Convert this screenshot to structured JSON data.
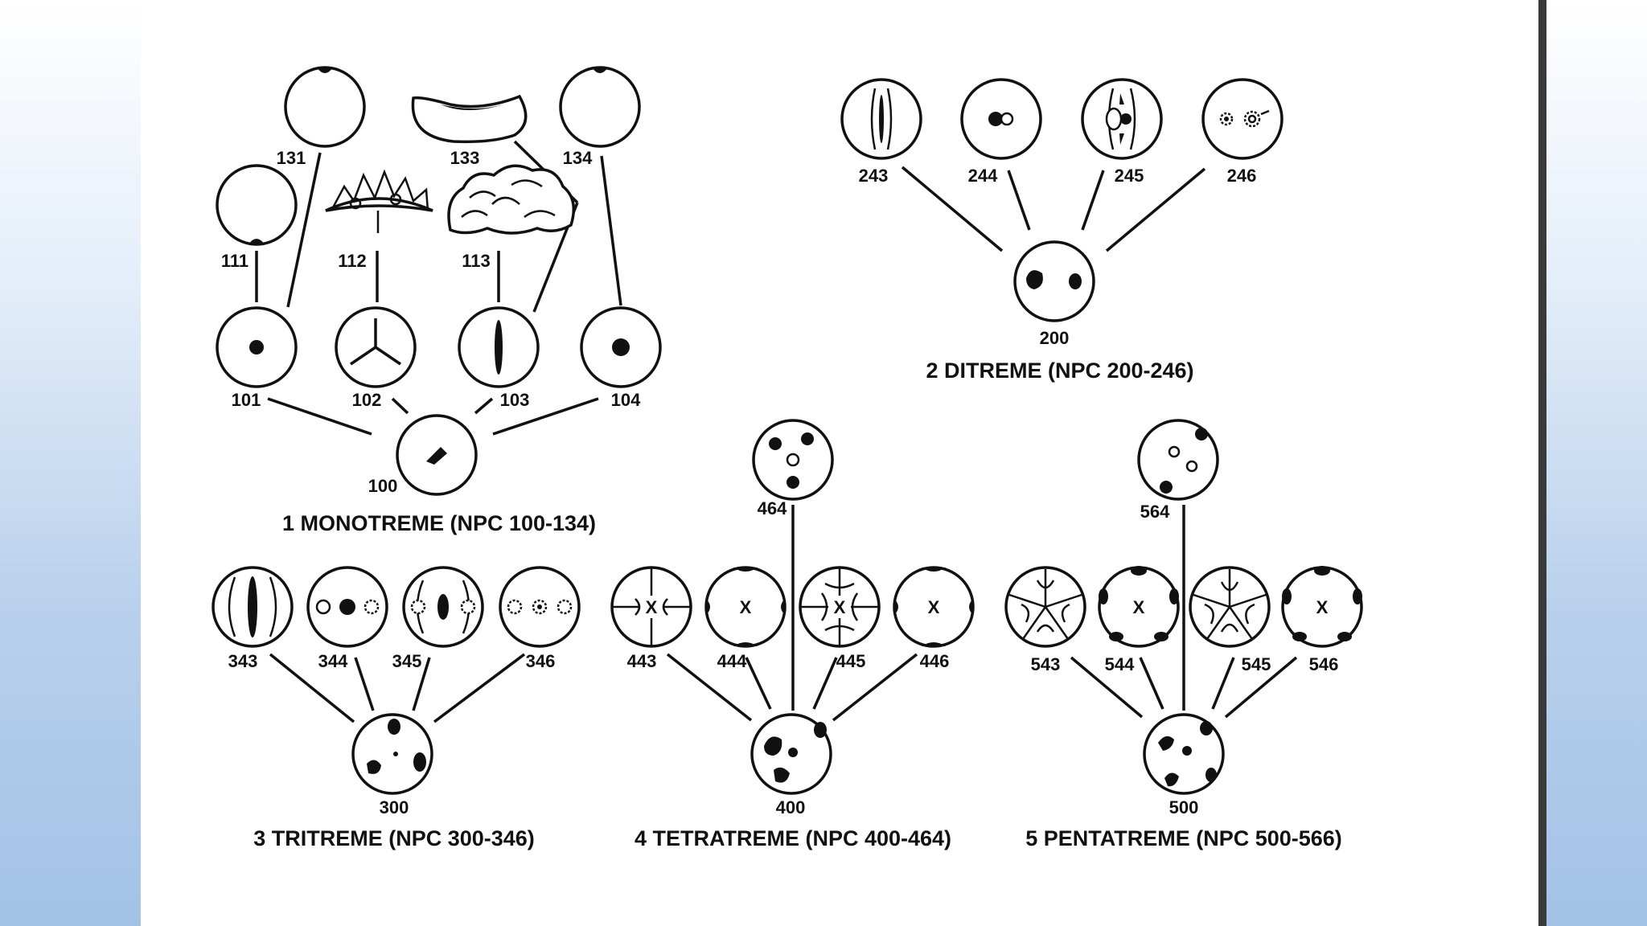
{
  "groups": {
    "monotreme": {
      "title": "1 MONOTREME (NPC 100-134)",
      "labels": {
        "n100": "100",
        "n101": "101",
        "n102": "102",
        "n103": "103",
        "n104": "104",
        "n111": "111",
        "n112": "112",
        "n113": "113",
        "n131": "131",
        "n133": "133",
        "n134": "134"
      }
    },
    "ditreme": {
      "title": "2 DITREME (NPC 200-246)",
      "labels": {
        "n200": "200",
        "n243": "243",
        "n244": "244",
        "n245": "245",
        "n246": "246"
      }
    },
    "tritreme": {
      "title": "3 TRITREME (NPC 300-346)",
      "labels": {
        "n300": "300",
        "n343": "343",
        "n344": "344",
        "n345": "345",
        "n346": "346"
      }
    },
    "tetratreme": {
      "title": "4 TETRATREME (NPC 400-464)",
      "labels": {
        "n400": "400",
        "n443": "443",
        "n444": "444",
        "n445": "445",
        "n446": "446",
        "n464": "464"
      }
    },
    "pentatreme": {
      "title": "5 PENTATREME (NPC 500-566)",
      "labels": {
        "n500": "500",
        "n543": "543",
        "n544": "544",
        "n545": "545",
        "n546": "546",
        "n564": "564"
      }
    }
  },
  "glyphs": {
    "x_mark": "X"
  }
}
